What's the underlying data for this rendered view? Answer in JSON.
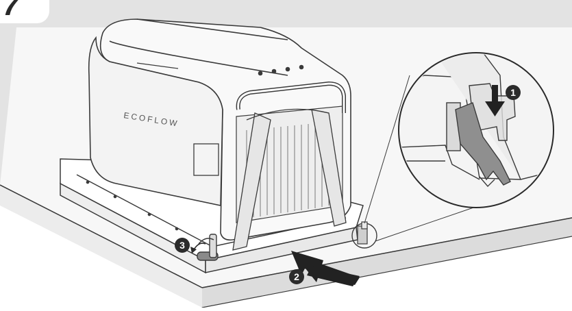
{
  "step": {
    "number": "7"
  },
  "brand": {
    "logo_text": "ECOFLOW"
  },
  "callouts": [
    {
      "id": "1",
      "label": "1"
    },
    {
      "id": "2",
      "label": "2"
    },
    {
      "id": "3",
      "label": "3"
    }
  ],
  "colors": {
    "background": "#e6e6e6",
    "panel": "#f6f6f6",
    "line": "#3a3a3a",
    "badge": "#2b2b2b",
    "arrow": "#222222",
    "accent_gray": "#8a8a8a"
  }
}
